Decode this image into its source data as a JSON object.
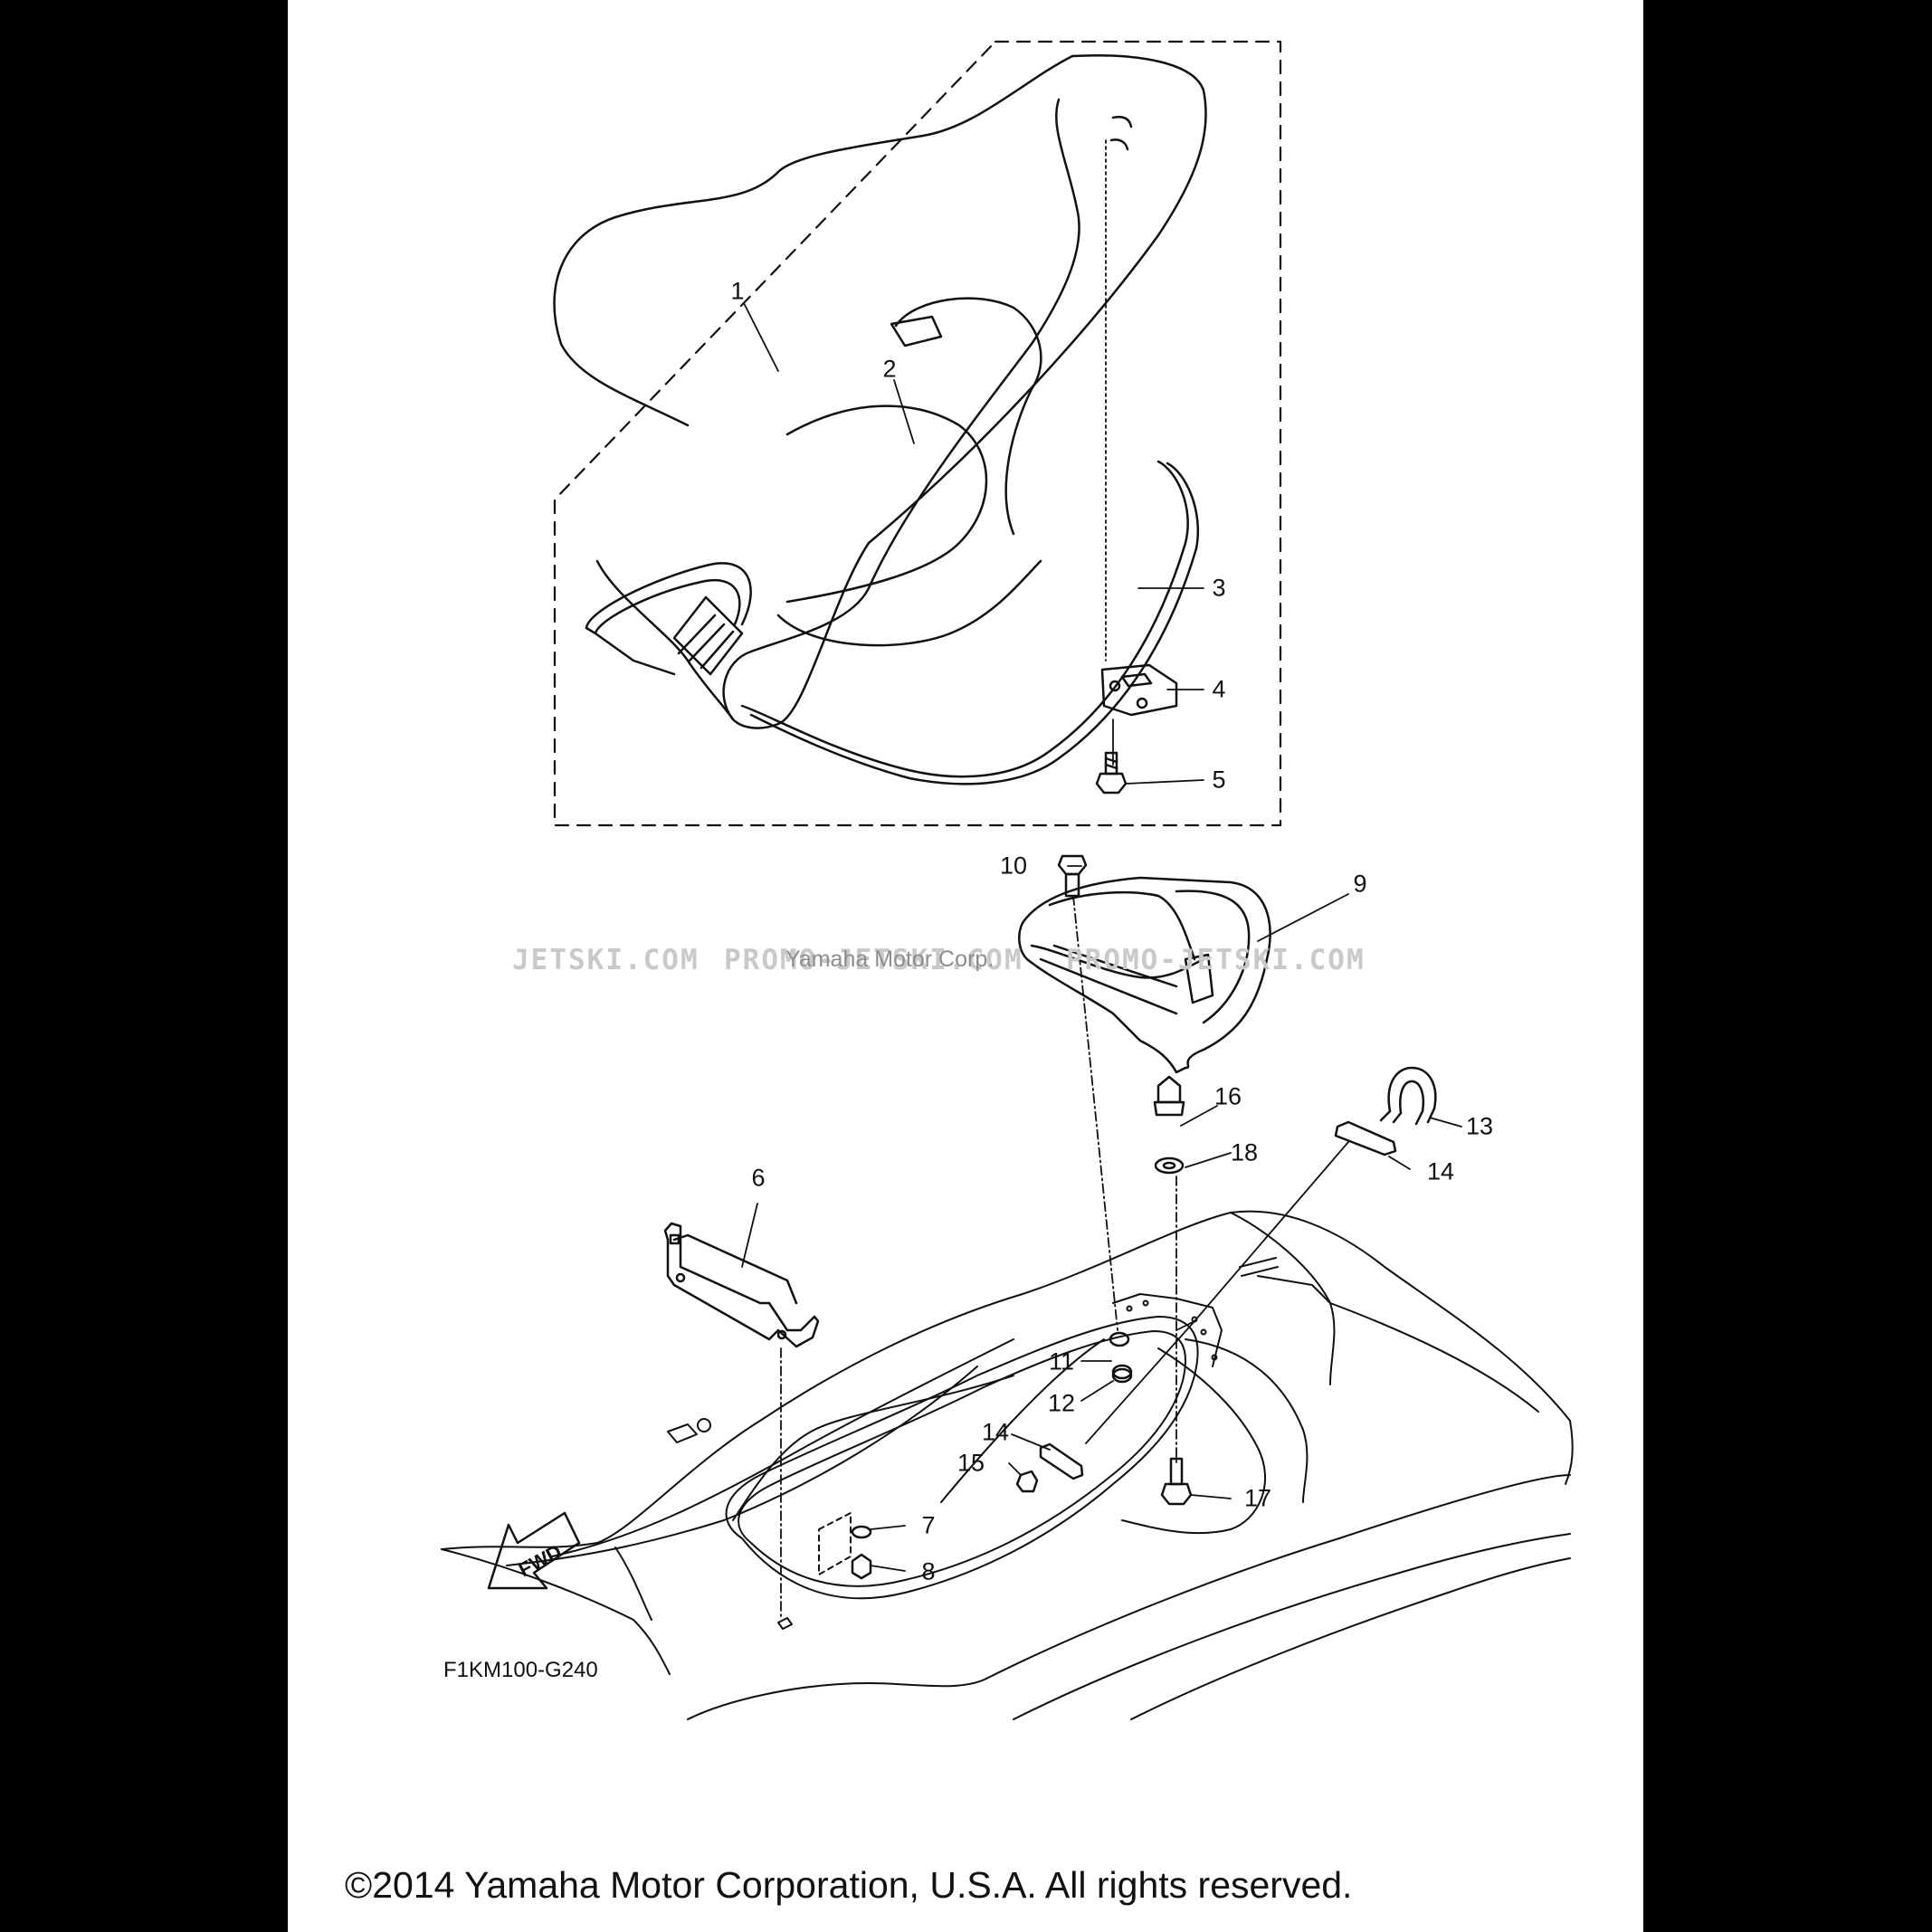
{
  "watermarks": [
    "JETSKI.COM",
    "PROMO-JETSKI.COM",
    "PROMO-JETSKI.COM"
  ],
  "watermark_owner": "Yamaha Motor Corp.",
  "diagram_code": "F1KM100-G240",
  "copyright": "©2014 Yamaha Motor Corporation, U.S.A. All rights reserved.",
  "fwd_label": "FWD",
  "callouts": {
    "c1": "1",
    "c2": "2",
    "c3": "3",
    "c4": "4",
    "c5": "5",
    "c6": "6",
    "c7": "7",
    "c8": "8",
    "c9": "9",
    "c10": "10",
    "c11": "11",
    "c12": "12",
    "c13": "13",
    "c14a": "14",
    "c14b": "14",
    "c15": "15",
    "c16": "16",
    "c17": "17",
    "c18": "18"
  }
}
